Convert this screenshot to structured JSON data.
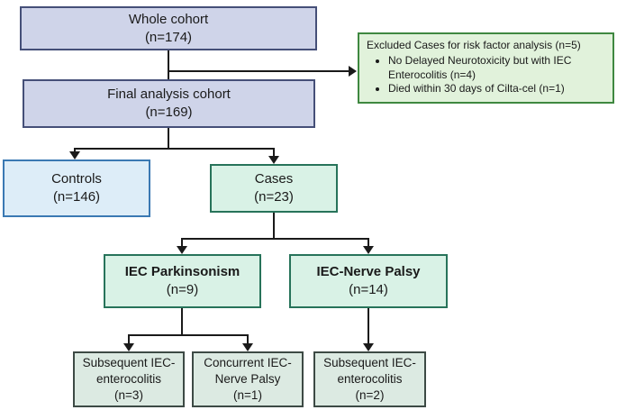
{
  "diagram": {
    "type": "flowchart",
    "description": "Cohort flow diagram for risk factor analysis of delayed neurotoxicity after Cilta-cel",
    "boxes": {
      "whole_cohort": {
        "title": "Whole cohort",
        "n": "(n=174)"
      },
      "final_cohort": {
        "title": "Final analysis cohort",
        "n": "(n=169)"
      },
      "excluded": {
        "title": "Excluded Cases for risk factor analysis (n=5)",
        "bullets": [
          "No Delayed Neurotoxicity but with IEC Enterocolitis (n=4)",
          "Died within 30 days of Cilta-cel (n=1)"
        ]
      },
      "controls": {
        "title": "Controls",
        "n": "(n=146)"
      },
      "cases": {
        "title": "Cases",
        "n": "(n=23)"
      },
      "iec_parkinsonism": {
        "title": "IEC Parkinsonism",
        "n": "(n=9)"
      },
      "iec_nerve_palsy": {
        "title": "IEC-Nerve Palsy",
        "n": "(n=14)"
      },
      "subsequent_enterocolitis_after_parkinsonism": {
        "title": "Subsequent IEC-enterocolitis",
        "n": "(n=3)"
      },
      "concurrent_nerve_palsy": {
        "title": "Concurrent IEC-Nerve Palsy",
        "n": "(n=1)"
      },
      "subsequent_enterocolitis_after_nerve_palsy": {
        "title": "Subsequent IEC-enterocolitis",
        "n": "(n=2)"
      }
    },
    "colors": {
      "lavender_fill": "#cfd4e9",
      "lavender_border": "#454f78",
      "blue_fill": "#ddedf8",
      "blue_border": "#3a79b3",
      "mint_fill": "#d9f2e6",
      "mint_border": "#27735a",
      "green_note_fill": "#e1f2db",
      "green_note_border": "#3f8840",
      "gray_green_fill": "#dceae2",
      "gray_green_border": "#3d4a45",
      "line": "#1a1a1a",
      "text": "#1a1a1a"
    }
  }
}
